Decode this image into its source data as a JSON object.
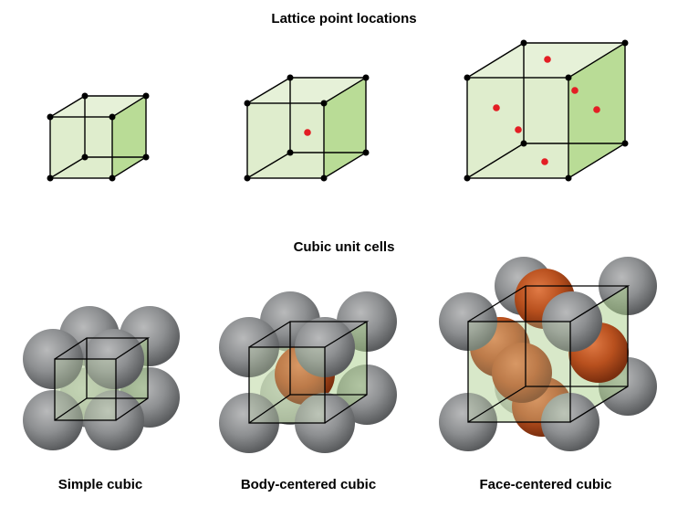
{
  "headings": {
    "lattice_points": "Lattice point locations",
    "unit_cells": "Cubic unit cells"
  },
  "captions": {
    "simple_cubic": "Simple cubic",
    "body_centered_cubic": "Body-centered cubic",
    "face_centered_cubic": "Face-centered cubic"
  },
  "colors": {
    "cube_face": "#dcebc8",
    "cube_side": "#b9dc96",
    "corner_point": "#000000",
    "center_point": "#e31e24",
    "corner_atom": "#8a8c8e",
    "center_atom": "#b8501e"
  }
}
